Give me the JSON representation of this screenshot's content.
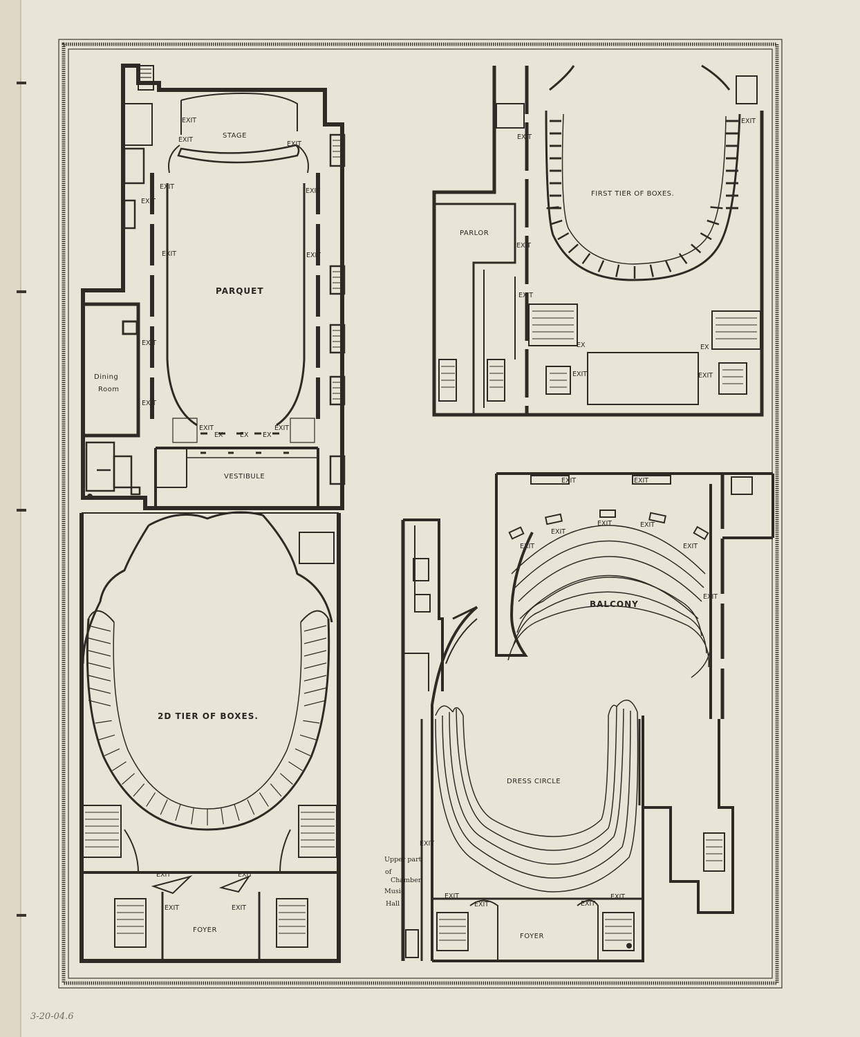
{
  "labels": {
    "parquet": "PARQUET",
    "stage": "STAGE",
    "vestibule": "VESTIBULE",
    "dining_line1": "Dining",
    "dining_line2": "Room",
    "first_tier": "FIRST TIER OF BOXES.",
    "parlor": "PARLOR",
    "second_tier": "2D TIER OF BOXES.",
    "foyer": "FOYER",
    "balcony": "BALCONY",
    "dress_circle": "DRESS CIRCLE",
    "exit": "EXIT",
    "ex": "EX",
    "chamber": [
      "Upper part",
      "of",
      "Chamber",
      "Music",
      "Hall",
      ""
    ]
  },
  "handwritten_date": "3-20-04.6"
}
